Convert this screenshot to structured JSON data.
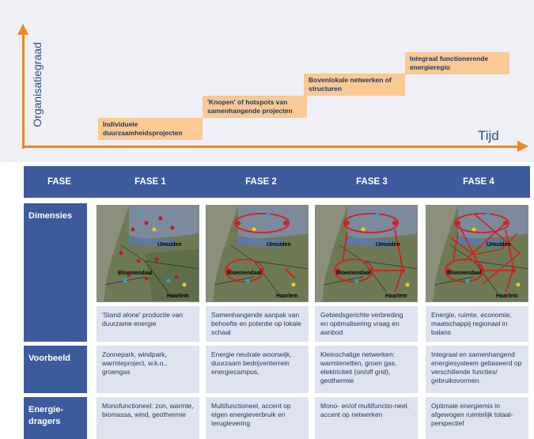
{
  "diagram": {
    "y_axis_label": "Organisatiegraad",
    "x_axis_label": "Tijd",
    "stages": [
      "Individuele duurzaamheidsprojecten",
      "'Knopen' of hotspots van samenhangende projecten",
      "Bovenlokale netwerken of structuren",
      "Integraal functionerende energieregio"
    ]
  },
  "table": {
    "headers": [
      "FASE",
      "FASE 1",
      "FASE 2",
      "FASE 3",
      "FASE 4"
    ],
    "rows": {
      "dimensies": {
        "label": "Dimensies",
        "map_labels": {
          "north": "IJmuiden",
          "west": "Bloemendaal",
          "south": "Haarlem"
        },
        "cells": [
          "'Stand alone' productie van duurzame energie",
          "Samenhangende aanpak van behoefte en potentie op lokale schaal",
          "Gebiedsgerichte verbreding en optimalisering vraag en aanbod",
          "Energie, ruimte, economie, maatschappij regionaal in balans"
        ]
      },
      "voorbeeld": {
        "label": "Voorbeeld",
        "cells": [
          "Zonnepark, windpark, warmteproject, w.k.o., groengas",
          "Energie neutrale woonwijk, duurzaam bedrijventerrein energiecampus,",
          "Kleinschalige netwerken: warmtenetten, groen gas, elektriciteit (on/off grid), geothermie",
          "Integraal en samenhangend energiesysteem gebaseerd op verschillende functies/ gebruiksvormen."
        ]
      },
      "energiedragers": {
        "label": "Energie-dragers",
        "cells": [
          "Monofunctioneel: zon, warmte, biomassa, wind, geothermie",
          "Multifunctioneel, accent op eigen energieverbruik en teruglevering",
          "Mono- en/of multifunctio-neel, accent op netwerken",
          "Optimale energiemix in afgewogen ruimtelijk totaal-perspectief"
        ]
      }
    }
  },
  "colors": {
    "accent_orange": "#f2861c",
    "stage_fill": "#fbc994",
    "header_blue": "#3d5a9c",
    "cell_fill": "#dfe3ef",
    "text_navy": "#1f3864"
  }
}
